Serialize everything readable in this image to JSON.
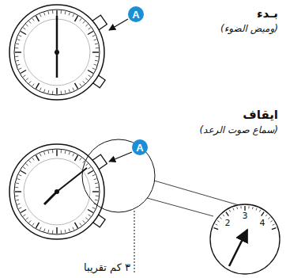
{
  "diagram": {
    "nodes": [
      {
        "text": [
          "A"
        ]
      },
      {
        "text": [
          "A"
        ]
      }
    ],
    "labels": [
      "بـدء",
      "(وميض الضوء)",
      "ايقاف",
      "(سماع صوت الرعد)",
      "2",
      "3",
      "4",
      "٣ كم تقريبا"
    ]
  }
}
